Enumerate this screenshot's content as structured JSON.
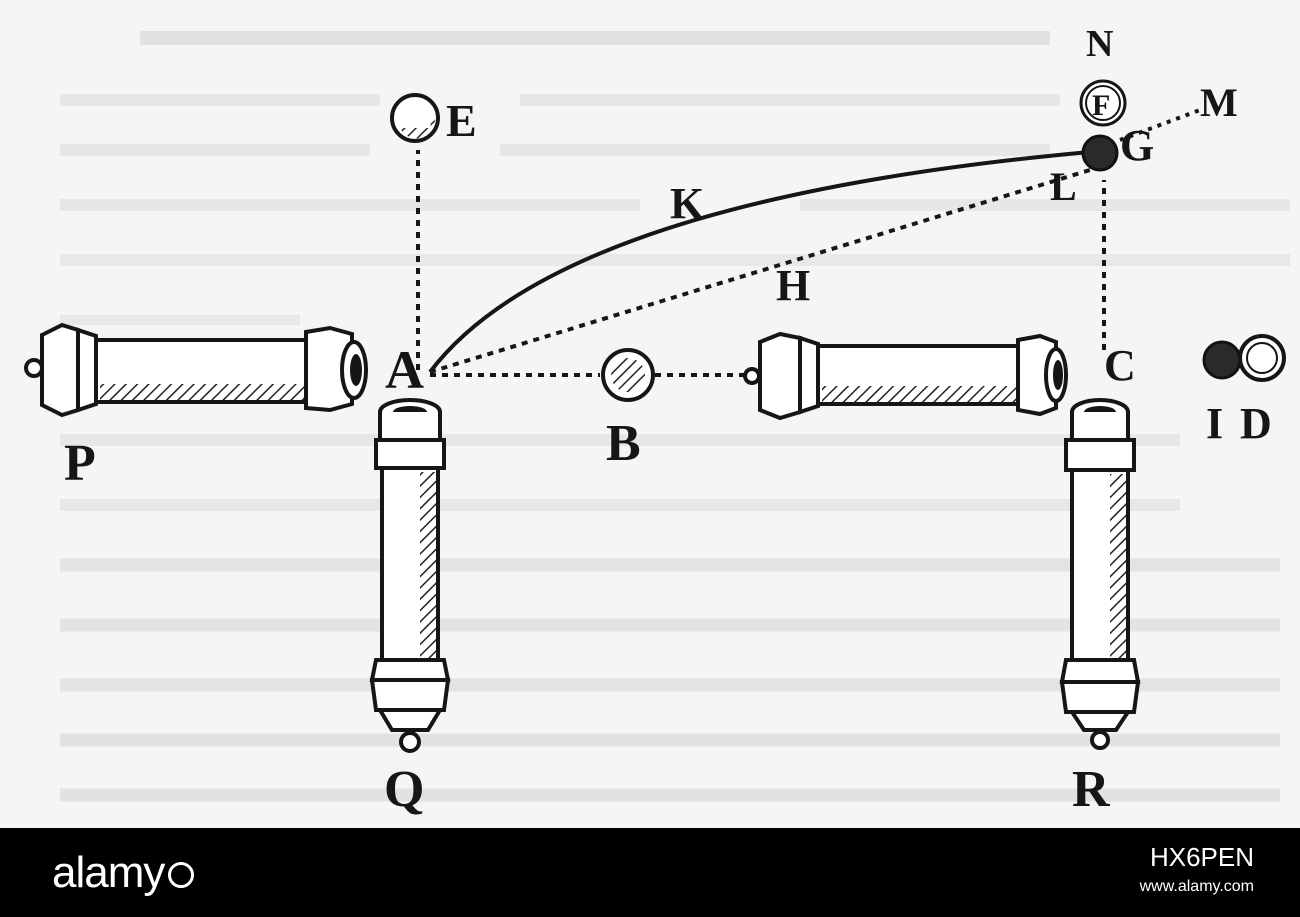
{
  "figure": {
    "labels": {
      "E": "E",
      "N": "N",
      "F": "F",
      "G": "G",
      "M": "M",
      "K": "K",
      "L": "L",
      "H": "H",
      "A": "A",
      "B": "B",
      "C": "C",
      "I": "I",
      "D": "D",
      "P": "P",
      "Q": "Q",
      "R": "R"
    }
  },
  "footer": {
    "brand": "alamy",
    "image_id": "HX6PEN",
    "site": "www.alamy.com"
  },
  "colors": {
    "ink": "#161616",
    "paper": "#f5f5f5",
    "footer_bg": "#000000"
  }
}
